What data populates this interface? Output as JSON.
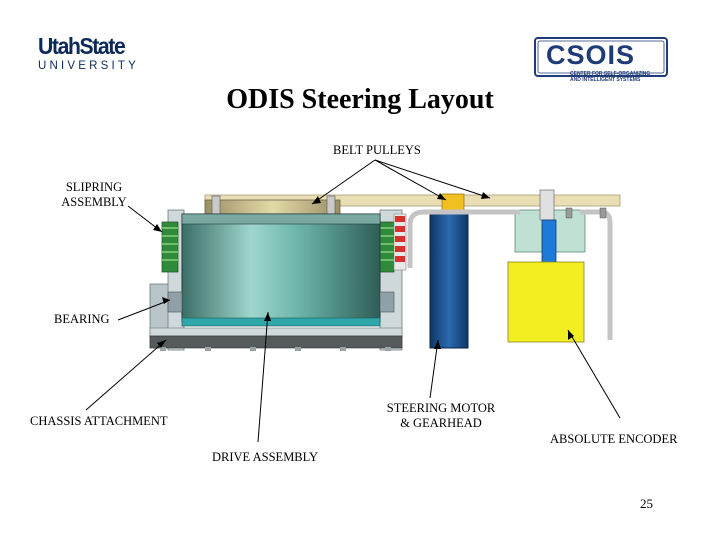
{
  "header": {
    "usu_logo_top": "UtahState",
    "usu_logo_bottom": "UNIVERSITY",
    "csois_logo": "CSOIS",
    "csois_sub_line1": "CENTER FOR SELF-ORGANIZING",
    "csois_sub_line2": "AND INTELLIGENT SYSTEMS"
  },
  "title": "ODIS Steering Layout",
  "labels": {
    "belt_pulleys": "BELT PULLEYS",
    "slipring_line1": "SLIPRING",
    "slipring_line2": "ASSEMBLY",
    "bearing": "BEARING",
    "chassis_attachment": "CHASSIS ATTACHMENT",
    "steering_motor_line1": "STEERING MOTOR",
    "steering_motor_line2": "& GEARHEAD",
    "absolute_encoder": "ABSOLUTE ENCODER",
    "drive_assembly": "DRIVE ASSEMBLY"
  },
  "page_number": "25",
  "colors": {
    "usu_navy": "#0b2a5b",
    "csois_blue": "#1f3b78",
    "drum_teal": "#5fb3a8",
    "slipring_green": "#2e8b3a",
    "motor_blue": "#1c4f8c",
    "encoder_yellow": "#f2ee22",
    "belt_tan": "#eadfb4",
    "pulley_gold": "#f0c020",
    "bearing_red": "#d8302a",
    "chassis_gray": "#b9c5c8"
  }
}
